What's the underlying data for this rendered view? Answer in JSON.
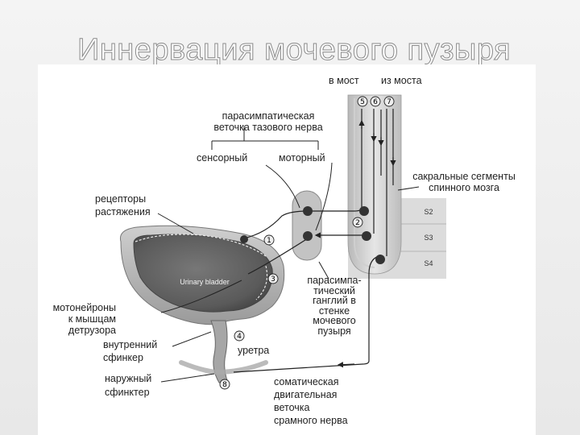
{
  "title": "Иннервация мочевого пузыря",
  "labels": {
    "to_pons": "в мост",
    "from_pons": "из моста",
    "parasympathetic_branch": "парасимпатическая\nветочка тазового нерва",
    "sensory": "сенсорный",
    "motor": "моторный",
    "sacral_segments": "сакральные сегменты\nспинного мозга",
    "stretch_receptors": "рецепторы\nрастяжения",
    "bladder": "Urinary bladder",
    "parasympathetic_ganglia": "парасимпа-\nтический\nганглий в\nстенке\nмочевого\nпузыря",
    "detrusor_motoneurons": "мотонейроны\nк мышцам\nдетрузора",
    "internal_sphincter": "внутренний\nсфинкер",
    "urethra": "уретра",
    "external_sphincter": "наружный\nсфинктер",
    "somatic_branch": "соматическая\nдвигательная\nветочка\nсрамного нерва"
  },
  "segments": [
    "S2",
    "S3",
    "S4"
  ],
  "markers": [
    "1",
    "2",
    "3",
    "4",
    "5",
    "6",
    "7",
    "8"
  ]
}
